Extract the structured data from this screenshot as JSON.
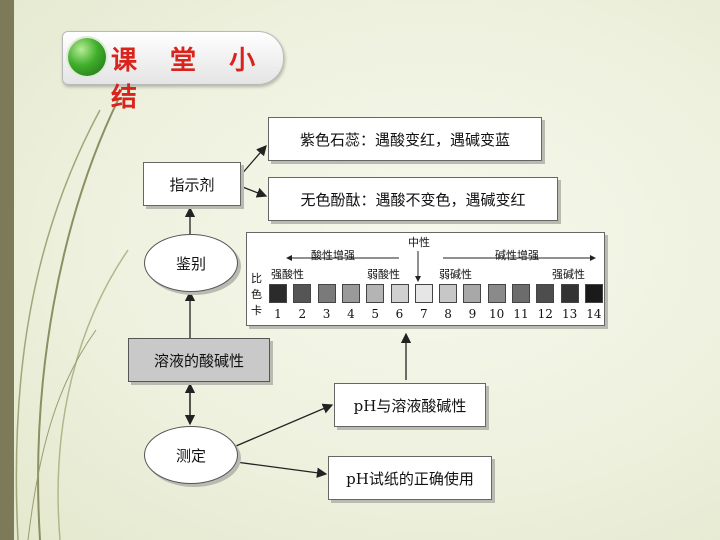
{
  "header": {
    "title": "课 堂 小 结"
  },
  "nodes": {
    "indicator": "指示剂",
    "litmus": "紫色石蕊：遇酸变红，遇碱变蓝",
    "phenol": "无色酚酞：遇酸不变色，遇碱变红",
    "identify": "鉴别",
    "center": "溶液的酸碱性",
    "measure": "测定",
    "ph_relation": "pH与溶液酸碱性",
    "ph_paper": "pH试纸的正确使用"
  },
  "scale": {
    "neutral": "中性",
    "acid_increase": "酸性增强",
    "base_increase": "碱性增强",
    "strong_acid": "强酸性",
    "weak_acid": "弱酸性",
    "weak_base": "弱碱性",
    "strong_base": "强碱性",
    "side_label": [
      "比",
      "色",
      "卡"
    ],
    "numbers": [
      "1",
      "2",
      "3",
      "4",
      "5",
      "6",
      "7",
      "8",
      "9",
      "10",
      "11",
      "12",
      "13",
      "14"
    ],
    "colors": [
      "#2b2b2b",
      "#555555",
      "#7a7a7a",
      "#9a9a9a",
      "#b4b4b4",
      "#d0d0d0",
      "#e6e6e6",
      "#c7c7c7",
      "#a8a8a8",
      "#8a8a8a",
      "#6c6c6c",
      "#4d4d4d",
      "#333333",
      "#1a1a1a"
    ]
  }
}
